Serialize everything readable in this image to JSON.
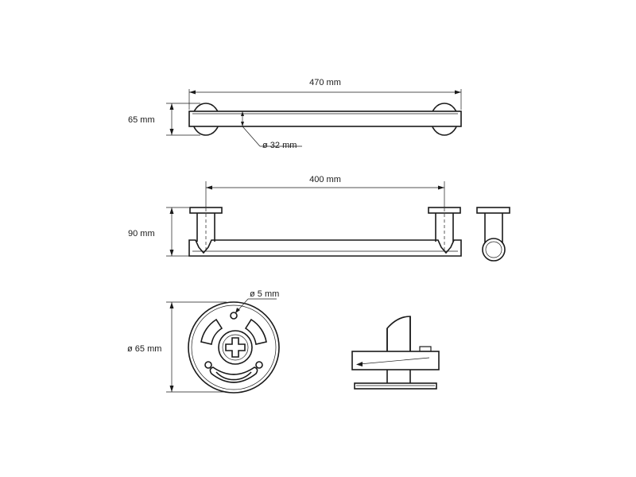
{
  "dimensions": {
    "top_length": "470 mm",
    "top_height": "65 mm",
    "tube_diameter": "ø 32 mm",
    "front_span": "400 mm",
    "front_height": "90 mm",
    "hole_diameter": "ø 5 mm",
    "base_diameter": "ø 65 mm"
  }
}
